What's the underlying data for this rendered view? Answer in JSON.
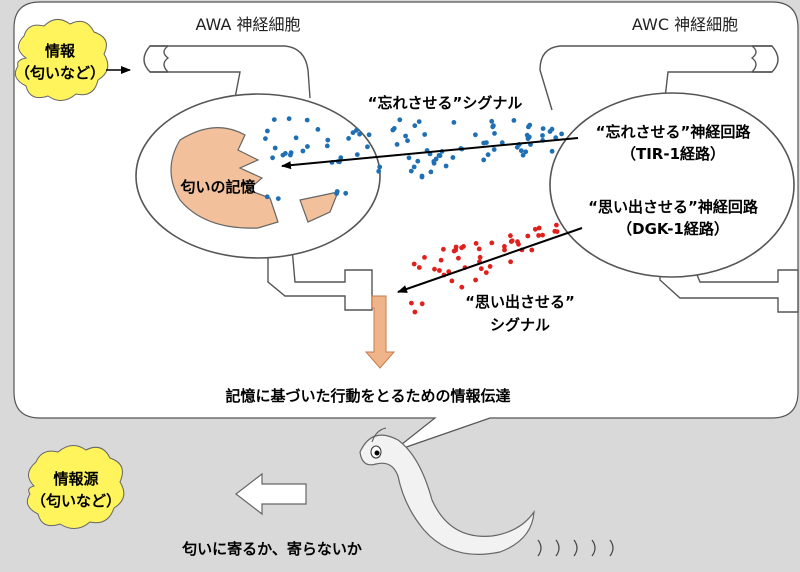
{
  "neurons": {
    "awa_title": "AWA 神経細胞",
    "awc_title": "AWC 神経細胞"
  },
  "input": {
    "line1": "情報",
    "line2": "（匂いなど）"
  },
  "source": {
    "line1": "情報源",
    "line2": "（匂いなど）"
  },
  "memory": {
    "label": "匂いの記憶"
  },
  "forget": {
    "signal_label": "“忘れさせる”シグナル",
    "circuit_line1": "“忘れさせる”神経回路",
    "circuit_line2": "（TIR-1経路）",
    "color": "#1f6fb5"
  },
  "remember": {
    "circuit_line1": "“思い出させる”神経回路",
    "circuit_line2": "（DGK-1経路）",
    "signal_line1": "“思い出させる”",
    "signal_line2": "シグナル",
    "color": "#e0201c"
  },
  "output": {
    "transmission": "記憶に基づいた行動をとるための情報伝達",
    "behavior": "匂いに寄るか、寄らないか"
  },
  "colors": {
    "memory_fill": "#f2c09a",
    "output_arrow": "#f0b48a",
    "cloud_fill": "#fff45c"
  }
}
